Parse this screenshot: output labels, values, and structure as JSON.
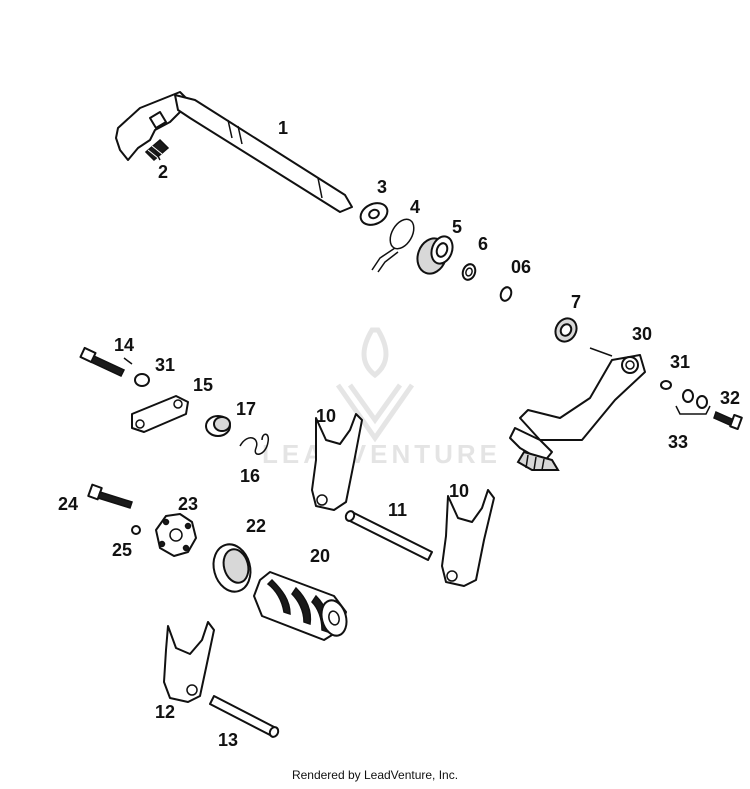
{
  "watermark": {
    "text": "LEADVENTURE"
  },
  "callouts": {
    "c1": "1",
    "c2": "2",
    "c3": "3",
    "c4": "4",
    "c5": "5",
    "c6": "6",
    "c06": "06",
    "c7": "7",
    "c30": "30",
    "c31a": "31",
    "c31b": "31",
    "c32": "32",
    "c33": "33",
    "c14": "14",
    "c15": "15",
    "c17": "17",
    "c16": "16",
    "c10a": "10",
    "c10b": "10",
    "c11": "11",
    "c24": "24",
    "c23": "23",
    "c25": "25",
    "c22": "22",
    "c20": "20",
    "c12": "12",
    "c13": "13"
  },
  "footer": "Rendered by LeadVenture, Inc."
}
